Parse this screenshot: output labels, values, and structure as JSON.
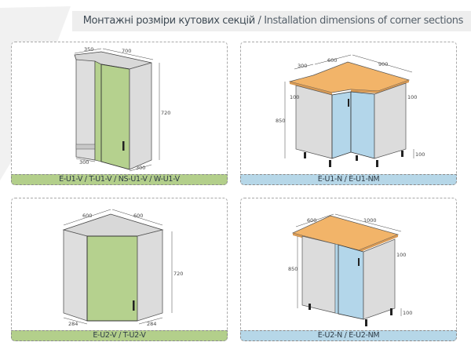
{
  "header": {
    "title_ua": "Монтажні розміри кутових секцій",
    "separator": " / ",
    "title_en": "Installation dimensions of corner sections"
  },
  "colors": {
    "header_band": "#eeeeee",
    "caption_green": "#b3cf8b",
    "caption_blue": "#b6d7e8",
    "door_green": "#b5d18e",
    "door_blue": "#b3d6ea",
    "carcass_gray": "#dcdcdc",
    "worktop_orange": "#f2b469"
  },
  "panels": [
    {
      "id": "wall-corner-l",
      "caption": "E-U1-V / T-U1-V / NS-U1-V / W-U1-V",
      "dimensions": {
        "depth_left": "350",
        "width": "700",
        "height": "720",
        "bottom_left": "300",
        "bottom_right": "300"
      }
    },
    {
      "id": "base-corner-l",
      "caption": "E-U1-N / E-U1-NM",
      "dimensions": {
        "depth_left": "300",
        "width_left": "600",
        "width_right": "900",
        "overhang_left": "100",
        "overhang_right": "100",
        "height": "850",
        "leg_height": "100"
      }
    },
    {
      "id": "wall-corner-diagonal",
      "caption": "E-U2-V / T-U2-V",
      "dimensions": {
        "width_left": "600",
        "width_right": "600",
        "height": "720",
        "side_left": "284",
        "side_right": "284"
      }
    },
    {
      "id": "base-corner-blind",
      "caption": "E-U2-N / E-U2-NM",
      "dimensions": {
        "depth": "600",
        "width": "1000",
        "overhang": "100",
        "height": "850",
        "leg_height": "100"
      }
    }
  ]
}
